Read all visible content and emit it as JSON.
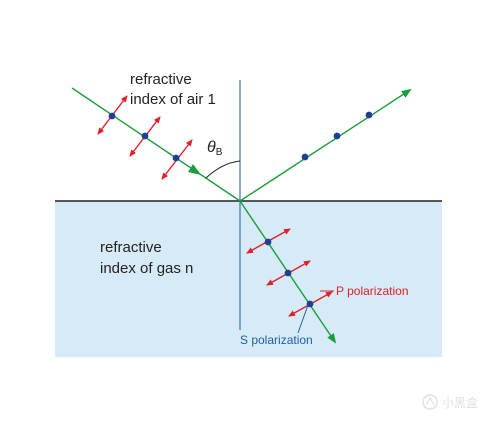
{
  "labels": {
    "upper_medium": [
      "refractive",
      "index of air 1"
    ],
    "lower_medium": [
      "refractive",
      "index of gas n"
    ],
    "angle_symbol": "θ",
    "angle_subscript": "B",
    "p_polarization": "P polarization",
    "s_polarization": "S polarization"
  },
  "watermark": "小黑盒",
  "colors": {
    "ray": "#1a9e3c",
    "p_arrow": "#e0202a",
    "s_dot": "#1f3f95",
    "lower_fill": "#d6ebf7",
    "normal_line": "#3a73b8",
    "p_label": "#e0202a",
    "s_label": "#1f5fa8",
    "text": "#222222",
    "surface": "#222222"
  }
}
